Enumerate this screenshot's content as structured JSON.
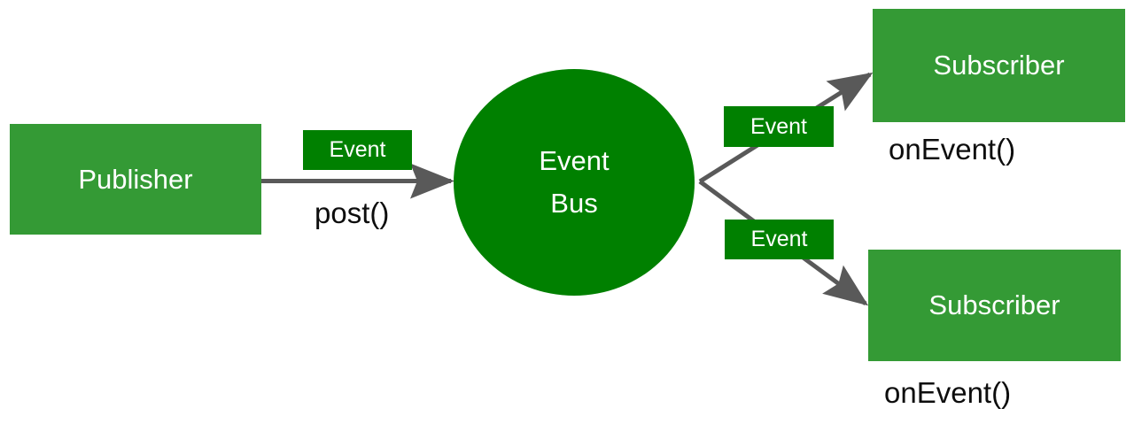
{
  "diagram": {
    "title": "Event Bus publish-subscribe diagram",
    "colors": {
      "node_green": "#349a35",
      "badge_green": "#008000",
      "edge_gray": "#595959",
      "node_text": "#ffffff",
      "caption_text": "#0d0d0d",
      "background": "#ffffff"
    },
    "nodes": {
      "publisher": {
        "label": "Publisher"
      },
      "event_bus": {
        "label_line1": "Event",
        "label_line2": "Bus"
      },
      "subscriber_top": {
        "label": "Subscriber"
      },
      "subscriber_bottom": {
        "label": "Subscriber"
      }
    },
    "badges": {
      "publish_event": {
        "label": "Event"
      },
      "deliver_event_top": {
        "label": "Event"
      },
      "deliver_event_bottom": {
        "label": "Event"
      }
    },
    "captions": {
      "post": {
        "label": "post()"
      },
      "on_event_top": {
        "label": "onEvent()"
      },
      "on_event_bottom": {
        "label": "onEvent()"
      }
    },
    "edges": [
      {
        "from": "publisher",
        "to": "event_bus",
        "label": "Event",
        "method": "post()"
      },
      {
        "from": "event_bus",
        "to": "subscriber_top",
        "label": "Event",
        "method": "onEvent()"
      },
      {
        "from": "event_bus",
        "to": "subscriber_bottom",
        "label": "Event",
        "method": "onEvent()"
      }
    ]
  }
}
